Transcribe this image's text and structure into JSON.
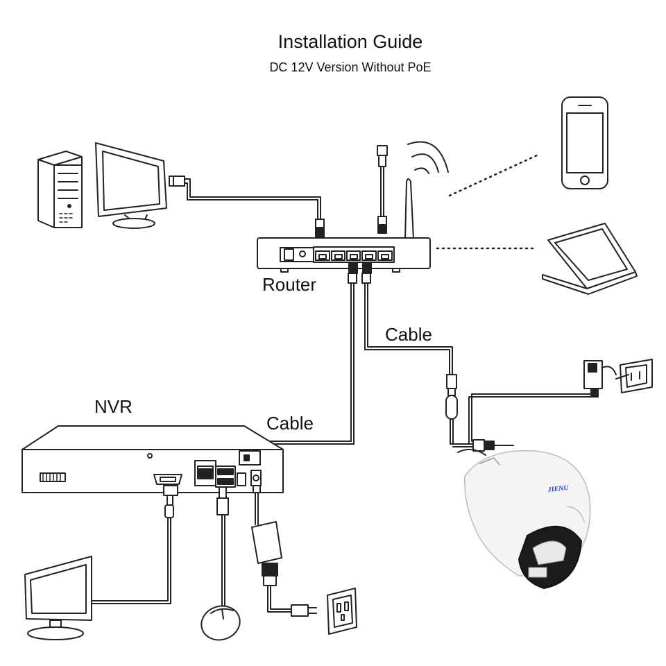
{
  "header": {
    "title": "Installation Guide",
    "subtitle": "DC 12V Version Without PoE"
  },
  "labels": {
    "router": "Router",
    "nvr": "NVR",
    "cable_upper": "Cable",
    "cable_lower": "Cable",
    "camera_brand": "JIENU"
  },
  "colors": {
    "line": "#222222",
    "device_fill": "#ffffff",
    "camera_body": "#f4f4f4",
    "camera_lens": "#1c1c1c"
  },
  "devices": [
    {
      "id": "desktop-pc",
      "icon": "desktop-computer-icon"
    },
    {
      "id": "smartphone",
      "icon": "smartphone-icon"
    },
    {
      "id": "laptop",
      "icon": "laptop-icon"
    },
    {
      "id": "router",
      "icon": "router-icon"
    },
    {
      "id": "nvr",
      "icon": "nvr-recorder-icon"
    },
    {
      "id": "dome-camera",
      "icon": "dome-camera-icon"
    },
    {
      "id": "monitor",
      "icon": "monitor-icon"
    },
    {
      "id": "mouse",
      "icon": "mouse-icon"
    },
    {
      "id": "power-adapter",
      "icon": "power-adapter-icon"
    },
    {
      "id": "wall-outlet",
      "icon": "wall-outlet-icon"
    }
  ]
}
